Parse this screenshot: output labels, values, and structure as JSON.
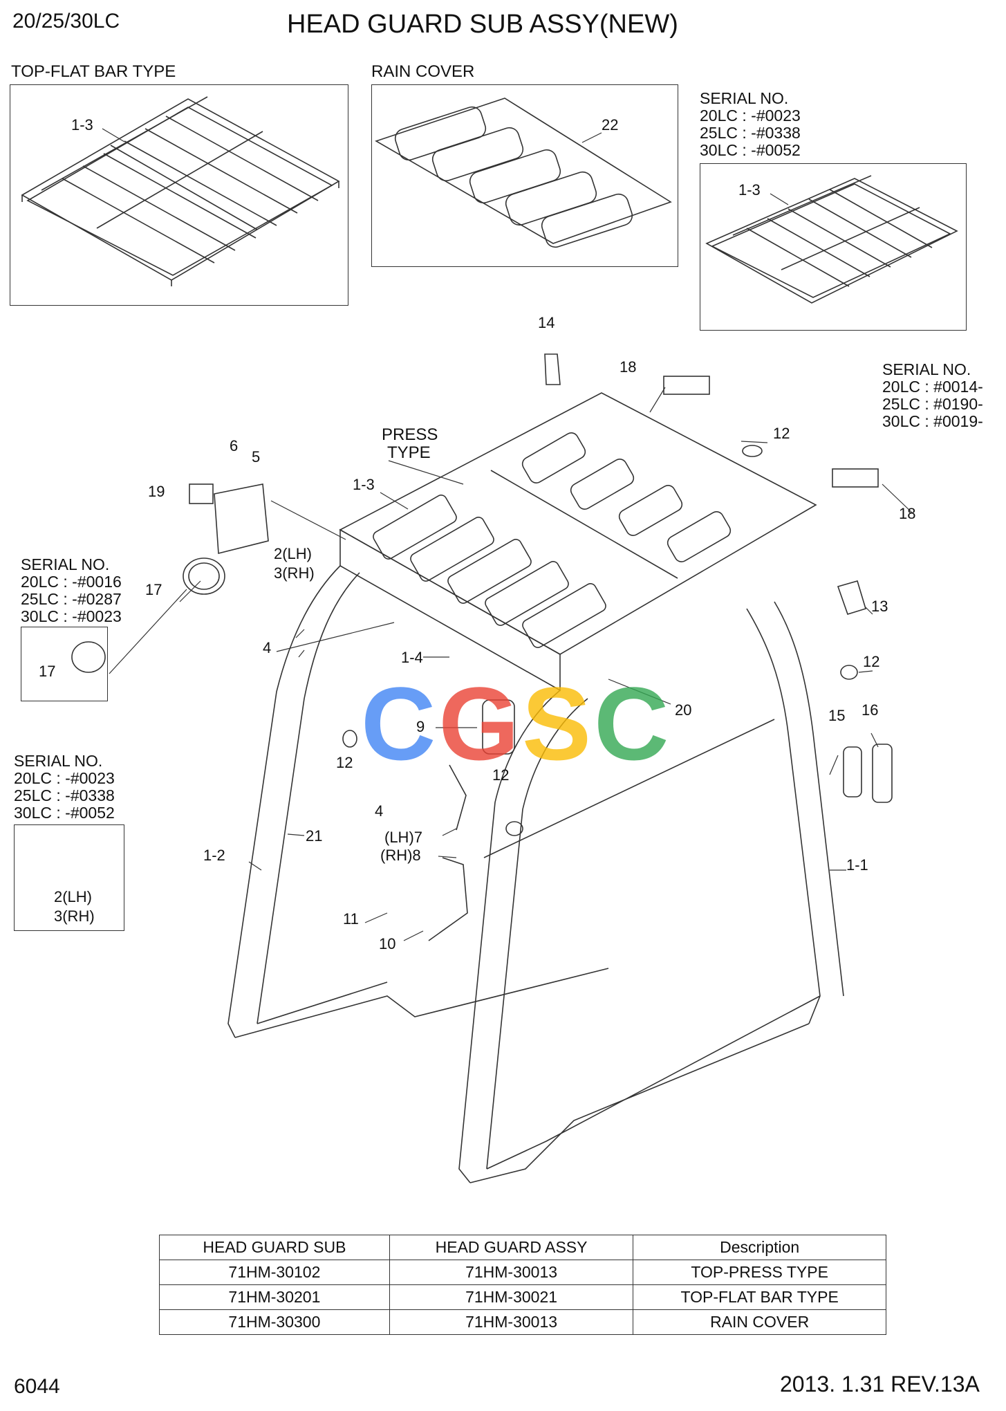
{
  "header": {
    "model": "20/25/30LC",
    "title": "HEAD GUARD SUB ASSY(NEW)"
  },
  "insets": {
    "flat_bar": {
      "label": "TOP-FLAT BAR TYPE",
      "callout": "1-3"
    },
    "rain_cover": {
      "label": "RAIN COVER",
      "callout": "22"
    },
    "serial_top_right": {
      "lines": [
        "SERIAL NO.",
        "20LC : -#0023",
        "25LC : -#0338",
        "30LC : -#0052"
      ],
      "callout": "1-3"
    },
    "serial_right": {
      "lines": [
        "SERIAL NO.",
        "20LC : #0014-",
        "25LC : #0190-",
        "30LC : #0019-"
      ]
    },
    "serial_lamp": {
      "lines": [
        "SERIAL NO.",
        "20LC : -#0016",
        "25LC : -#0287",
        "30LC : -#0023"
      ],
      "callout": "17"
    },
    "serial_bracket": {
      "lines": [
        "SERIAL NO.",
        "20LC : -#0023",
        "25LC : -#0338",
        "30LC : -#0052"
      ],
      "callouts": [
        "2(LH)",
        "3(RH)"
      ]
    }
  },
  "press_type_label": [
    "PRESS",
    "TYPE"
  ],
  "callouts": {
    "c14": "14",
    "c18a": "18",
    "c18b": "18",
    "c12a": "12",
    "c12b": "12",
    "c12c": "12",
    "c12d": "12",
    "c6": "6",
    "c5": "5",
    "c19": "19",
    "c13": "13",
    "c2": "2(LH)",
    "c3": "3(RH)",
    "c17": "17",
    "c13b": "1-3",
    "c4a": "4",
    "c4b": "4",
    "c14b": "1-4",
    "c20": "20",
    "c9": "9",
    "c15": "15",
    "c16": "16",
    "c7": "(LH)7",
    "c8": "(RH)8",
    "c21": "21",
    "c12": "1-2",
    "c11": "1-1",
    "c11b": "11",
    "c10": "10"
  },
  "watermark": [
    "C",
    "G",
    "S",
    "C"
  ],
  "colors": {
    "watermark": [
      "#4285f4",
      "#ea4335",
      "#fbbc05",
      "#34a853"
    ]
  },
  "table": {
    "headers": [
      "HEAD GUARD SUB",
      "HEAD GUARD ASSY",
      "Description"
    ],
    "rows": [
      [
        "71HM-30102",
        "71HM-30013",
        "TOP-PRESS TYPE"
      ],
      [
        "71HM-30201",
        "71HM-30021",
        "TOP-FLAT BAR TYPE"
      ],
      [
        "71HM-30300",
        "71HM-30013",
        "RAIN COVER"
      ]
    ]
  },
  "footer": {
    "page": "6044",
    "revision": "2013. 1.31  REV.13A"
  }
}
